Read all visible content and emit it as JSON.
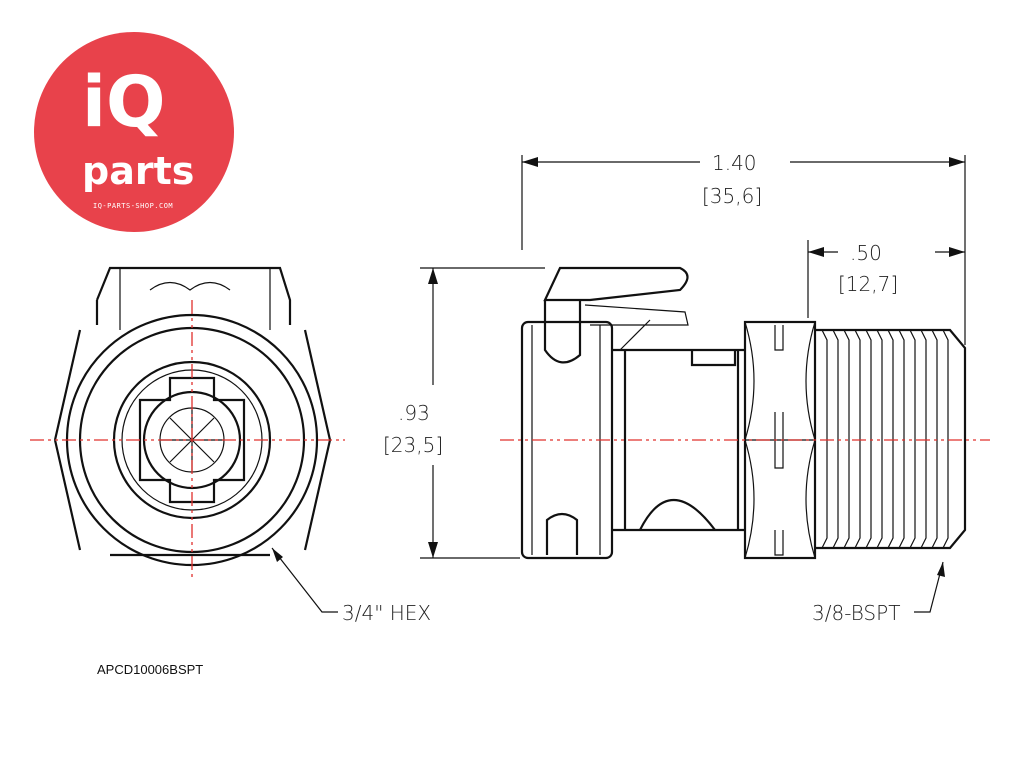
{
  "logo": {
    "mark": "iQ",
    "word": "parts",
    "url_text": "IQ-PARTS-SHOP.COM",
    "color": "#e8424b"
  },
  "dimensions": {
    "overall_length": {
      "inch": "1.40",
      "mm": "[35,6]"
    },
    "thread_length": {
      "inch": ".50",
      "mm": "[12,7]"
    },
    "height": {
      "inch": ".93",
      "mm": "[23,5]"
    }
  },
  "callouts": {
    "hex": "3/4\" HEX",
    "thread": "3/8-BSPT"
  },
  "part_number": "APCD10006BSPT",
  "centerline_color": "#e0302c"
}
